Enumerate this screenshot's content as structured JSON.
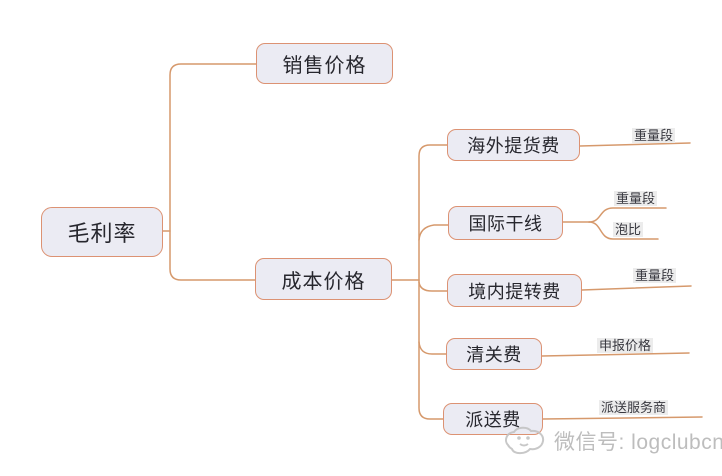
{
  "colors": {
    "node_fill": "#ebebf3",
    "node_border": "#dc9273",
    "line": "#d6996c",
    "text": "#27272e",
    "leaf_bg": "#ececec",
    "leaf_text": "#38383f",
    "watermark": "#b6b6b6",
    "canvas_bg": "#ffffff"
  },
  "mindmap": {
    "root": {
      "label": "毛利率"
    },
    "branches": [
      {
        "label": "销售价格"
      },
      {
        "label": "成本价格"
      }
    ],
    "cost_children": [
      {
        "label": "海外提货费",
        "leaves": [
          {
            "label": "重量段"
          }
        ]
      },
      {
        "label": "国际干线",
        "leaves": [
          {
            "label": "重量段"
          },
          {
            "label": "泡比"
          }
        ]
      },
      {
        "label": "境内提转费",
        "leaves": [
          {
            "label": "重量段"
          }
        ]
      },
      {
        "label": "清关费",
        "leaves": [
          {
            "label": "申报价格"
          }
        ]
      },
      {
        "label": "派送费",
        "leaves": [
          {
            "label": "派送服务商"
          }
        ]
      }
    ]
  },
  "watermark": {
    "icon": "logclub-mascot-icon",
    "text": "微信号: logclubcn"
  }
}
